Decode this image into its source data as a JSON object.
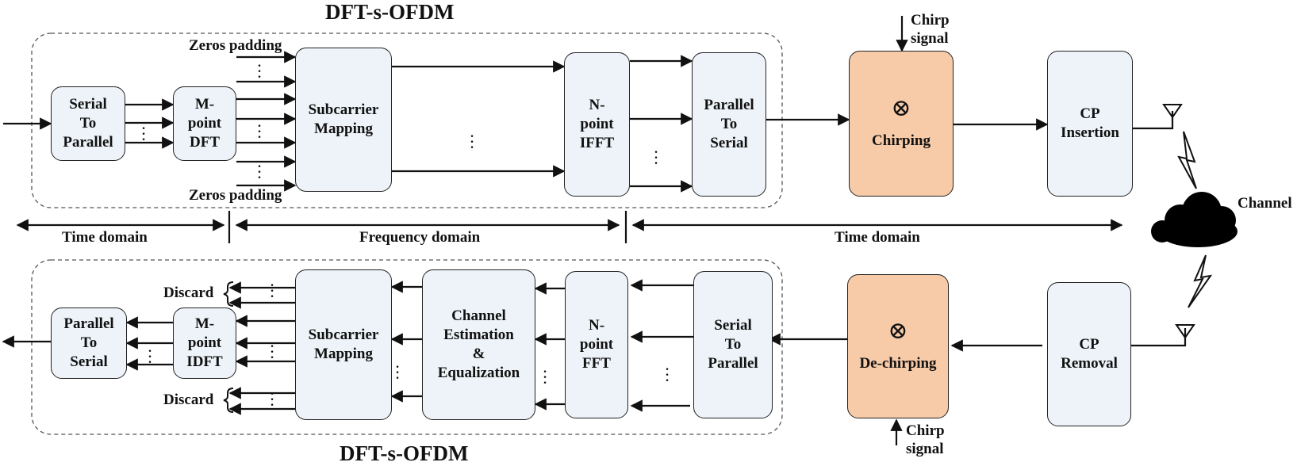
{
  "titles": {
    "top": "DFT-s-OFDM",
    "bottom": "DFT-s-OFDM"
  },
  "tx": {
    "serial_to_parallel": "Serial\nTo\nParallel",
    "mpoint_dft": "M-\npoint\nDFT",
    "zeros_padding_top": "Zeros padding",
    "zeros_padding_bottom": "Zeros padding",
    "subcarrier_mapping": "Subcarrier\nMapping",
    "npoint_ifft": "N-\npoint\nIFFT",
    "parallel_to_serial": "Parallel\nTo\nSerial",
    "chirping": "Chirping",
    "chirp_signal": "Chirp\nsignal",
    "cp_insertion": "CP\nInsertion"
  },
  "channel": {
    "label": "Channel"
  },
  "domains": {
    "time_left": "Time domain",
    "frequency": "Frequency domain",
    "time_right": "Time domain"
  },
  "rx": {
    "cp_removal": "CP\nRemoval",
    "dechirping": "De-chirping",
    "chirp_signal": "Chirp\nsignal",
    "serial_to_parallel": "Serial\nTo\nParallel",
    "npoint_fft": "N-\npoint\nFFT",
    "channel_estimation": "Channel\nEstimation\n&\nEqualization",
    "subcarrier_mapping": "Subcarrier\nMapping",
    "mpoint_idft": "M-\npoint\nIDFT",
    "parallel_to_serial": "Parallel\nTo\nSerial",
    "discard_top": "Discard",
    "discard_bottom": "Discard"
  },
  "otimes_symbol": "⊗",
  "colors": {
    "block_fill": "#edf3f8",
    "chirp_fill": "#f7cba8",
    "line": "#111111"
  }
}
